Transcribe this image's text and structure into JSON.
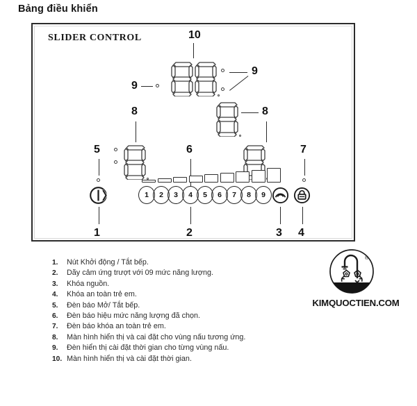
{
  "page": {
    "title": "Bảng điều khiển"
  },
  "panel": {
    "label": "SLIDER CONTROL",
    "callouts": {
      "c1": "1",
      "c2": "2",
      "c3": "3",
      "c4": "4",
      "c5": "5",
      "c6": "6",
      "c7": "7",
      "c8_left": "8",
      "c8_right": "8",
      "c9_left": "9",
      "c9_right": "9",
      "c10": "10"
    },
    "icons": {
      "power": "power-standby-icon",
      "power_lock": "power-lock-icon",
      "child_lock": "child-lock-padlock-icon"
    },
    "slider": {
      "levels": [
        "1",
        "2",
        "3",
        "4",
        "5",
        "6",
        "7",
        "8",
        "9"
      ],
      "bar_count": 9
    },
    "displays": {
      "timer": {
        "name": "timer-display",
        "digits": 2,
        "value": "88"
      },
      "zone_left": {
        "name": "left-zone-display",
        "digits": 1,
        "value": "8"
      },
      "zone_center": {
        "name": "center-zone-display",
        "digits": 1,
        "value": "8"
      },
      "zone_right": {
        "name": "right-zone-display",
        "digits": 1,
        "value": "8"
      }
    }
  },
  "legend": {
    "items": [
      {
        "num": "1.",
        "text": "Nút Khởi động / Tắt bếp."
      },
      {
        "num": "2.",
        "text": "Dãy cảm ứng trượt với 09 mức năng lượng."
      },
      {
        "num": "3.",
        "text": "Khóa nguồn."
      },
      {
        "num": "4.",
        "text": "Khóa an toàn trẻ em."
      },
      {
        "num": "5.",
        "text": "Đèn báo Mở/ Tắt bếp."
      },
      {
        "num": "6.",
        "text": "Đèn báo hiệu mức năng lượng đã chọn."
      },
      {
        "num": "7.",
        "text": "Đèn báo khóa an toàn trẻ em."
      },
      {
        "num": "8.",
        "text": "Màn hình hiển thị và cai đặt cho vùng nấu tương ứng."
      },
      {
        "num": "9.",
        "text": "Đèn hiển thị cài đặt thời gian cho từng vùng nấu."
      },
      {
        "num": "10.",
        "text": "Màn hình hiển thị và cài đặt thời gian."
      }
    ]
  },
  "watermark": {
    "brand": "KIMQUOCTIEN.COM",
    "mark": "faucet-emblem-logo"
  },
  "colors": {
    "ink": "#1b1b1b",
    "frame": "#2b2b2b",
    "segment_stroke": "#3a3a3a",
    "background": "#ffffff"
  }
}
